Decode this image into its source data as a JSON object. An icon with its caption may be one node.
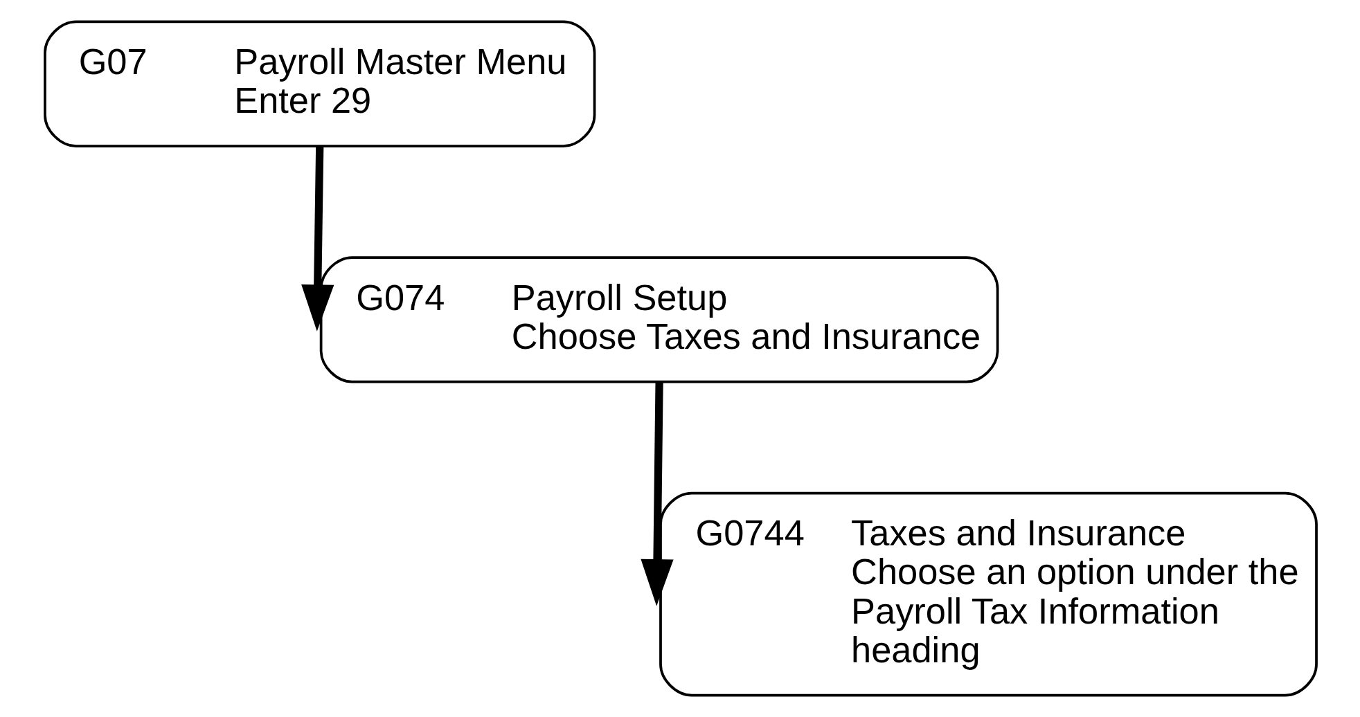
{
  "diagram": {
    "nodes": [
      {
        "text": [
          "G07",
          "Payroll Master Menu",
          "Enter 29"
        ]
      },
      {
        "text": [
          "G074",
          "Payroll Setup",
          "Choose Taxes and Insurance"
        ]
      },
      {
        "text": [
          "G0744",
          "Taxes and Insurance",
          "Choose an option under the Payroll Tax Information heading"
        ]
      }
    ],
    "edges": [
      {
        "from": 0,
        "to": 1,
        "arrow": "to"
      },
      {
        "from": 1,
        "to": 2,
        "arrow": "to"
      }
    ]
  }
}
